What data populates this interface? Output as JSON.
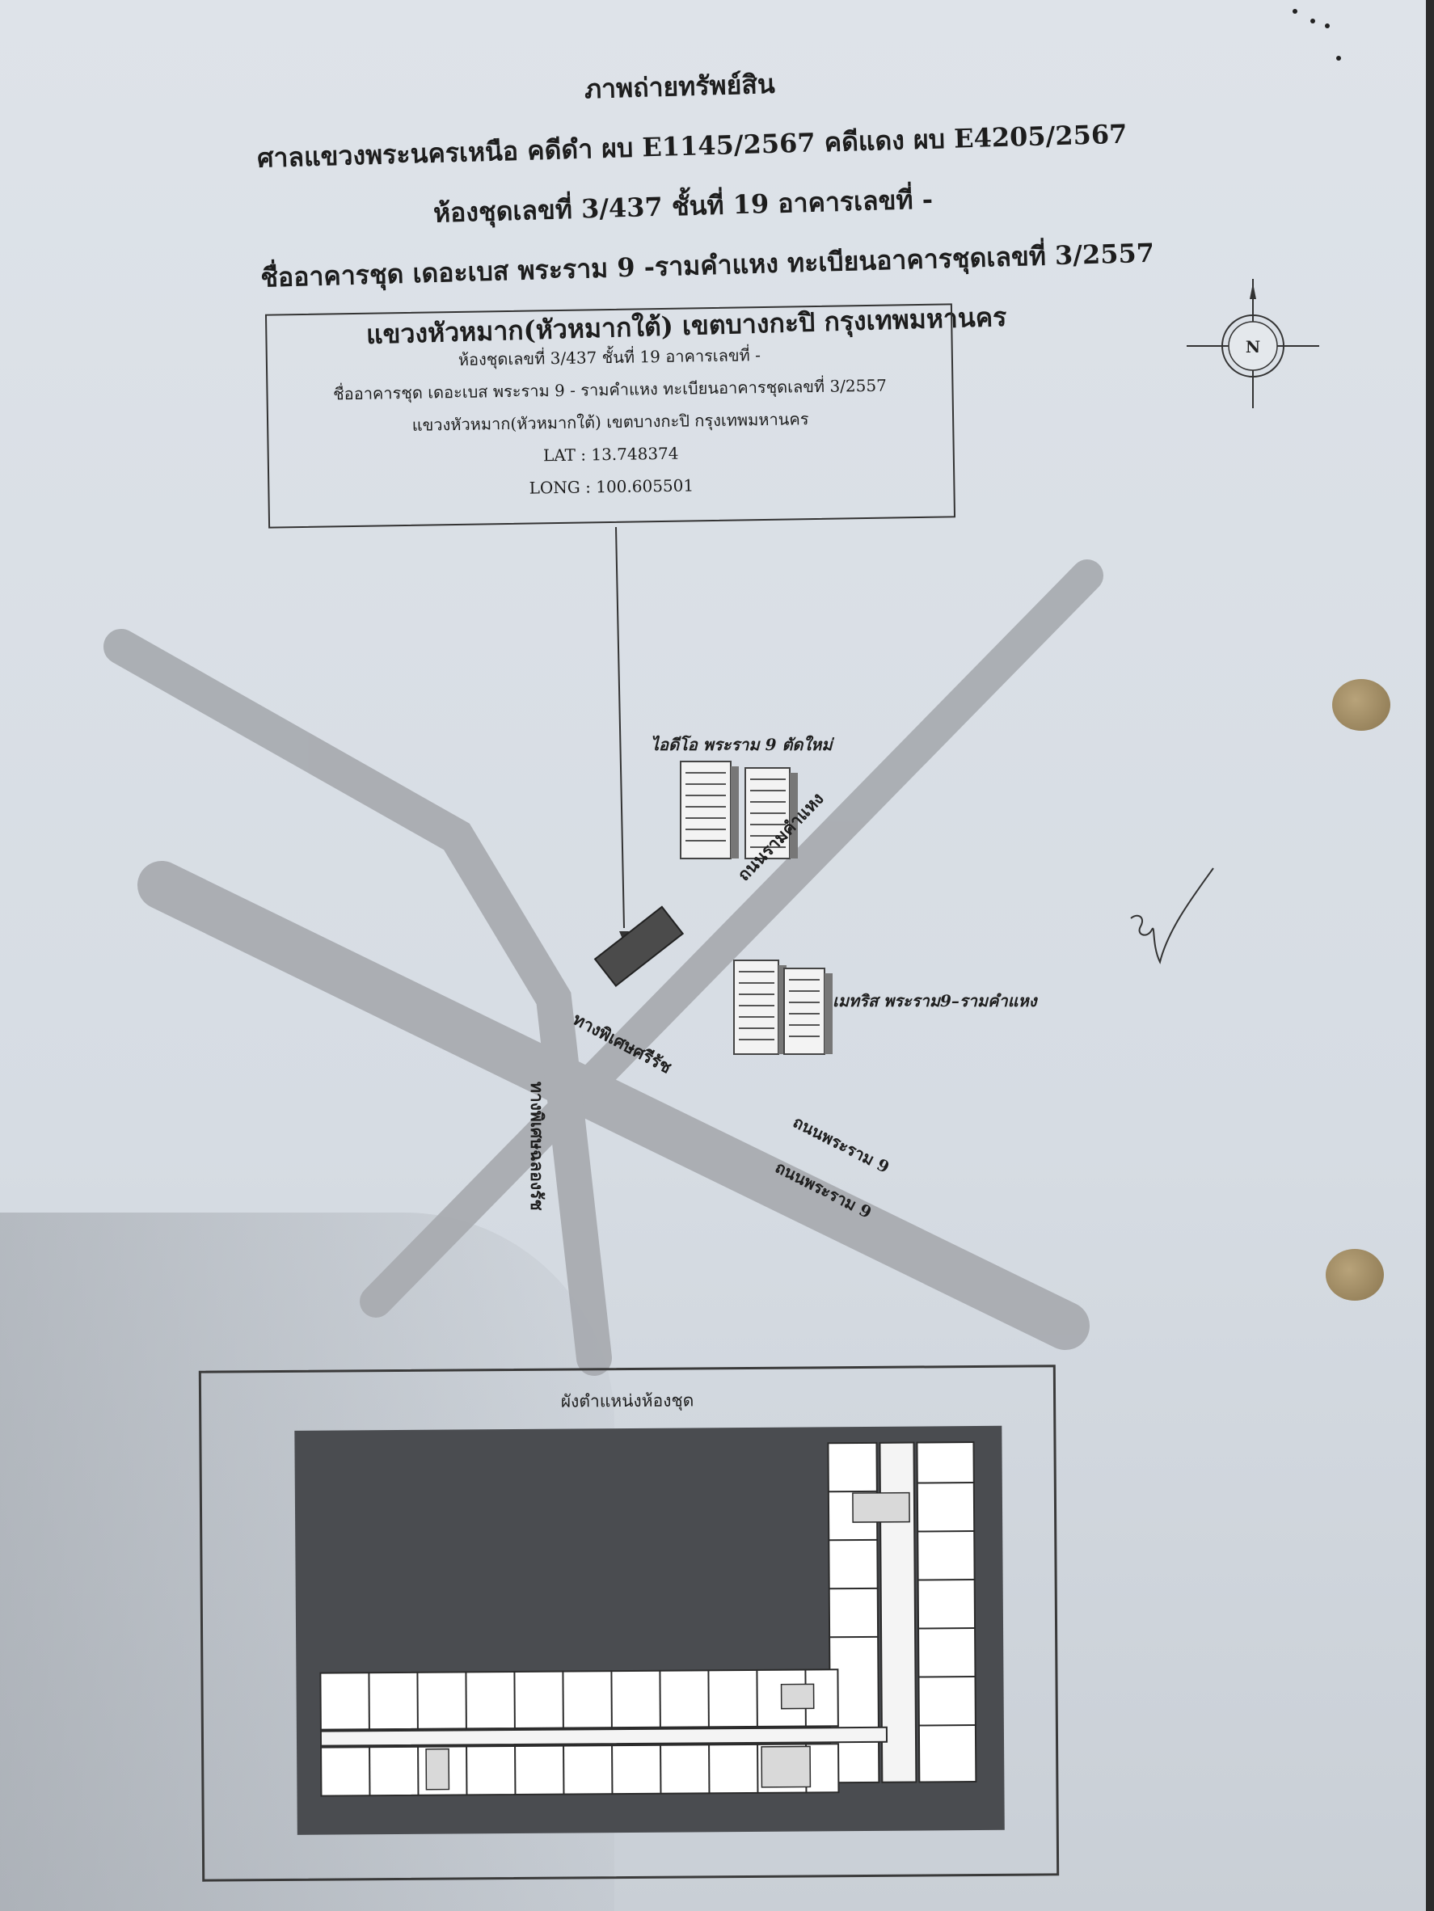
{
  "header": {
    "line1": "ภาพถ่ายทรัพย์สิน",
    "line2": "ศาลแขวงพระนครเหนือ คดีดำ ผบ E1145/2567 คดีแดง ผบ E4205/2567",
    "line3": "ห้องชุดเลขที่ 3/437 ชั้นที่ 19 อาคารเลขที่ -",
    "line4": "ชื่ออาคารชุด เดอะเบส พระราม 9 -รามคำแหง ทะเบียนอาคารชุดเลขที่ 3/2557",
    "line5": "แขวงหัวหมาก(หัวหมากใต้) เขตบางกะปิ กรุงเทพมหานคร"
  },
  "info_box": {
    "line1": "ห้องชุดเลขที่ 3/437 ชั้นที่ 19 อาคารเลขที่ -",
    "line2": "ชื่ออาคารชุด เดอะเบส พระราม 9 - รามคำแหง ทะเบียนอาคารชุดเลขที่ 3/2557",
    "line3": "แขวงหัวหมาก(หัวหมากใต้) เขตบางกะปิ กรุงเทพมหานคร",
    "lat": "LAT : 13.748374",
    "long": "LONG : 100.605501"
  },
  "compass": {
    "letter": "N"
  },
  "map": {
    "landmark_1": "ไอดีโอ พระราม 9 ตัดใหม่",
    "landmark_2": "เมทริส พระราม9–รามคำแหง",
    "road_ramkhamhaeng": "ถนนรามคำแหง",
    "road_expressway_1": "ทางพิเศษศรีรัช",
    "road_expressway_2": "ทางพิเศษฉลองรัช",
    "road_rama9_a": "ถนนพระราม 9",
    "road_rama9_b": "ถนนพระราม 9"
  },
  "floor_plan": {
    "title": "ผังตำแหน่งห้องชุด"
  },
  "colors": {
    "paper": "#dadfe5",
    "road": "#a9acb1",
    "plan_background": "#4a4c50",
    "plan_rooms": "#ffffff",
    "target_building": "#4b4b4b"
  }
}
